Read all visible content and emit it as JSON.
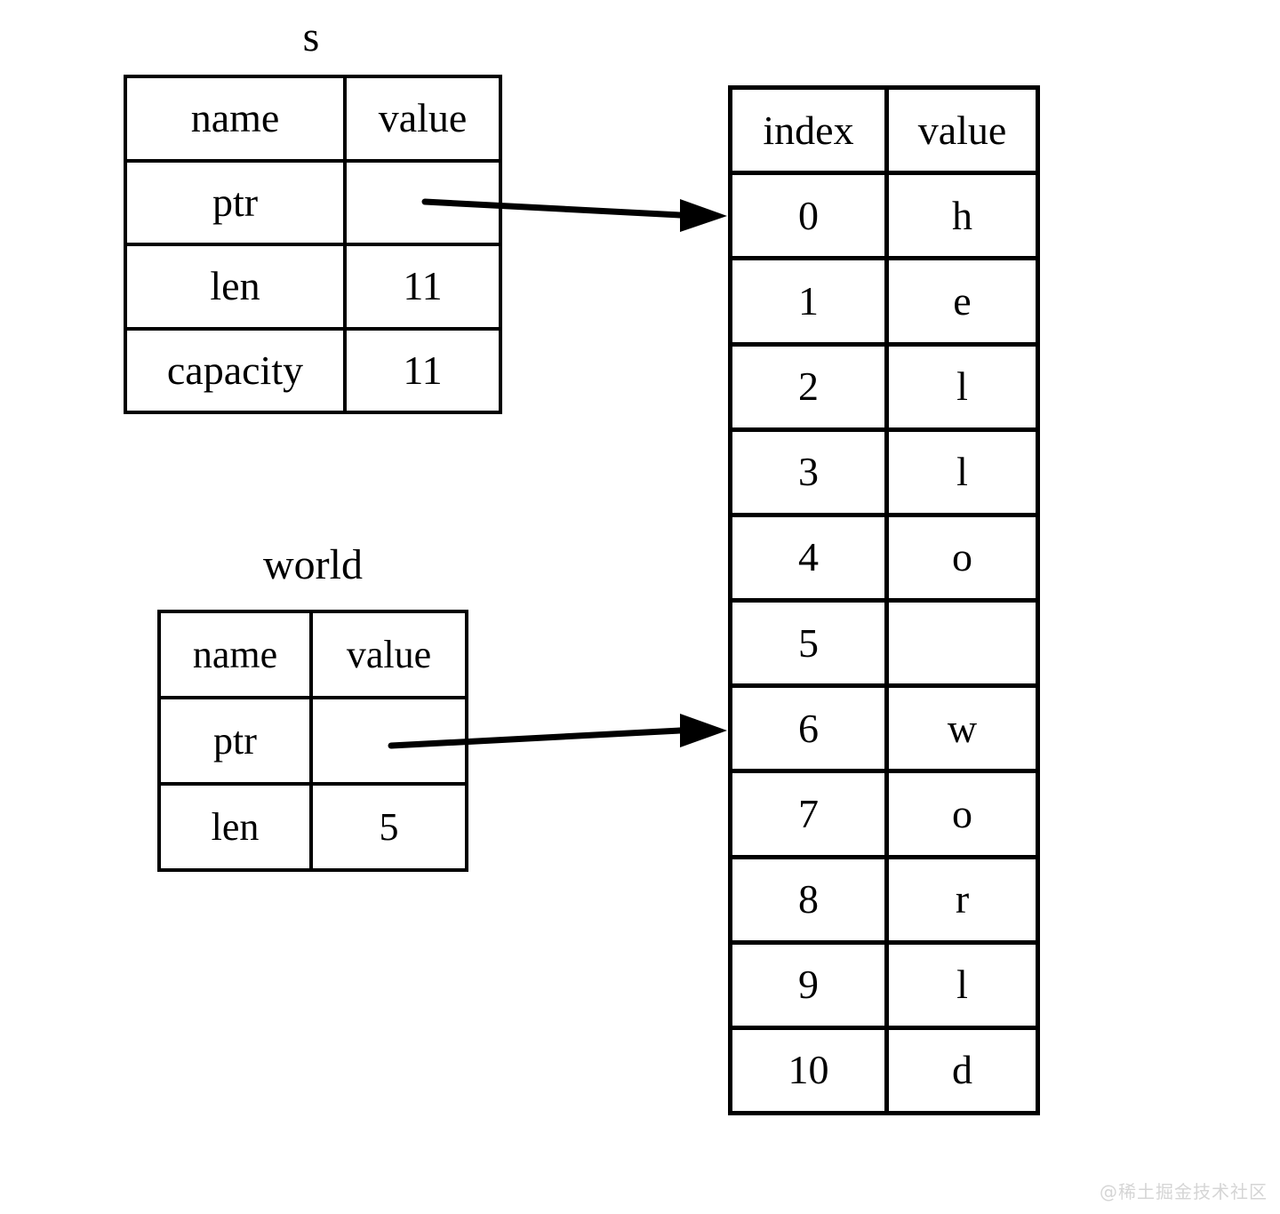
{
  "diagram": {
    "title_s": "s",
    "title_world": "world",
    "watermark": "@稀土掘金技术社区",
    "colors": {
      "stroke": "#000000",
      "background": "#ffffff",
      "watermark": "#d5d5d5"
    }
  },
  "struct_s": {
    "label": "s",
    "headers": {
      "name": "name",
      "value": "value"
    },
    "rows": [
      {
        "name": "ptr",
        "value": ""
      },
      {
        "name": "len",
        "value": "11"
      },
      {
        "name": "capacity",
        "value": "11"
      }
    ]
  },
  "struct_world": {
    "label": "world",
    "headers": {
      "name": "name",
      "value": "value"
    },
    "rows": [
      {
        "name": "ptr",
        "value": ""
      },
      {
        "name": "len",
        "value": "5"
      }
    ]
  },
  "byte_table": {
    "headers": {
      "index": "index",
      "value": "value"
    },
    "rows": [
      {
        "index": "0",
        "value": "h"
      },
      {
        "index": "1",
        "value": "e"
      },
      {
        "index": "2",
        "value": "l"
      },
      {
        "index": "3",
        "value": "l"
      },
      {
        "index": "4",
        "value": "o"
      },
      {
        "index": "5",
        "value": ""
      },
      {
        "index": "6",
        "value": "w"
      },
      {
        "index": "7",
        "value": "o"
      },
      {
        "index": "8",
        "value": "r"
      },
      {
        "index": "9",
        "value": "l"
      },
      {
        "index": "10",
        "value": "d"
      }
    ]
  },
  "arrows": [
    {
      "name": "s-ptr-to-index-0",
      "from": "s.ptr",
      "to": "byte_table.index.0"
    },
    {
      "name": "world-ptr-to-index-6",
      "from": "world.ptr",
      "to": "byte_table.index.6"
    }
  ]
}
